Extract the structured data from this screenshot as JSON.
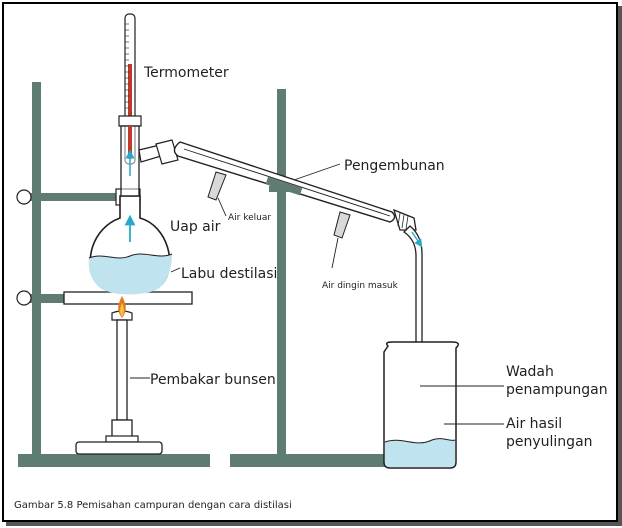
{
  "labels": {
    "termometer": "Termometer",
    "pengembunan": "Pengembunan",
    "uap_air": "Uap air",
    "air_keluar": "Air keluar",
    "labu_destilasi": "Labu destilasi",
    "air_dingin_masuk": "Air dingin masuk",
    "pembakar_bunsen": "Pembakar bunsen",
    "wadah_line1": "Wadah",
    "wadah_line2": "penampungan",
    "hasil_line1": "Air hasil",
    "hasil_line2": "penyulingan"
  },
  "caption": "Gambar 5.8 Pemisahan campuran dengan cara  distilasi",
  "colors": {
    "stand": "#5f7c72",
    "glass_stroke": "#231f20",
    "water": "#bfe3ef",
    "arrow": "#29a9c9",
    "mercury": "#c0392b",
    "flame": "#e07b1a"
  }
}
